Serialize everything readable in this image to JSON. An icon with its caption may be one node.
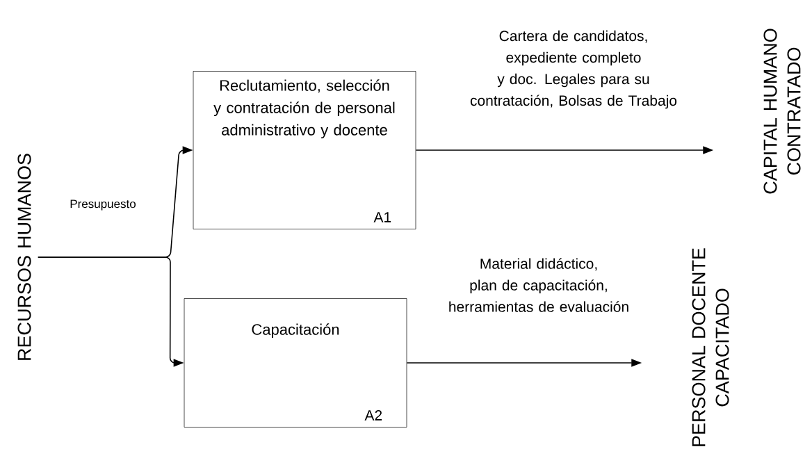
{
  "diagram": {
    "nodes": [
      {
        "text": [
          "RECURSOS HUMANOS"
        ]
      },
      {
        "text": [
          "Reclutamiento, selección y contratación de personal administrativo y docente",
          "A1"
        ]
      },
      {
        "text": [
          "Capacitación",
          "A2"
        ]
      },
      {
        "text": [
          "CAPITAL HUMANO CONTRATADO"
        ]
      },
      {
        "text": [
          "PERSONAL DOCENTE CAPACITADO"
        ]
      }
    ],
    "edges": [
      {
        "from": 0,
        "to": 1,
        "arrow": "to",
        "label": "Presupuesto"
      },
      {
        "from": 0,
        "to": 2,
        "arrow": "to"
      },
      {
        "from": 1,
        "to": 3,
        "arrow": "to",
        "label": "Cartera de candidatos, expediente completo y doc. Legales para su contratación, Bolsas de Trabajo"
      },
      {
        "from": 2,
        "to": 4,
        "arrow": "to",
        "label": "Material didáctico, plan de capacitación, herramientas de evaluación"
      }
    ]
  }
}
